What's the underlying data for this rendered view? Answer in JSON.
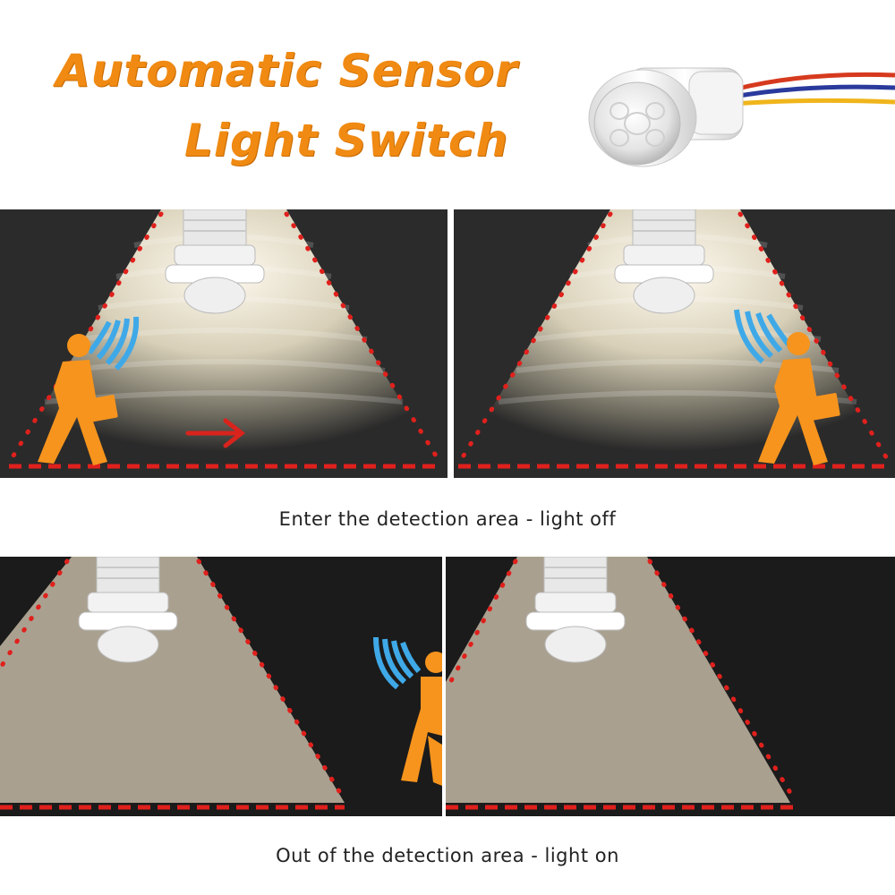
{
  "title": {
    "line1": "Automatic Sensor",
    "line2": "Light Switch"
  },
  "captions": {
    "top": "Enter the detection area - light off",
    "bottom": "Out of the detection area - light on"
  },
  "colors": {
    "title": "#f08a12",
    "person": "#f7941d",
    "detection_dots": "#e0201c",
    "signal_waves": "#3fa9e8",
    "arrow": "#d9231d",
    "dark_background": "#1b1b1b"
  },
  "icons": [
    "sensor-device-icon",
    "person-walking-icon",
    "signal-wave-icon",
    "arrow-right-icon",
    "ceiling-sensor-icon"
  ]
}
